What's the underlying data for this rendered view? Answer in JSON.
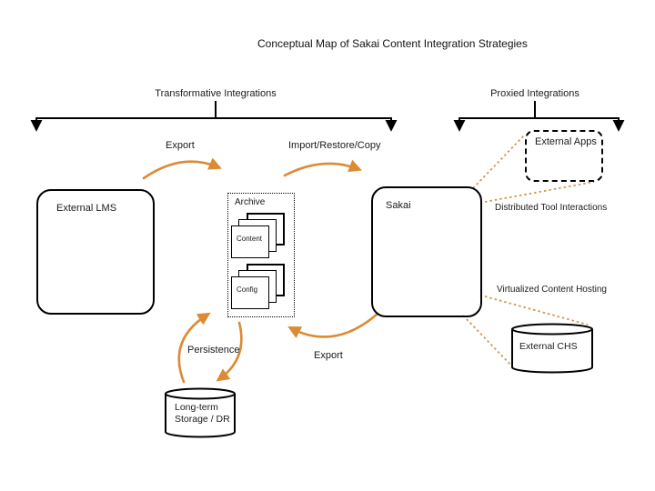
{
  "title": "Conceptual Map of Sakai Content Integration Strategies",
  "branches": {
    "transformative": {
      "label": "Transformative Integrations"
    },
    "proxied": {
      "label": "Proxied Integrations"
    }
  },
  "nodes": {
    "external_lms": {
      "label": "External LMS"
    },
    "archive": {
      "label": "Archive"
    },
    "content_stack": {
      "label": "Content"
    },
    "config_stack": {
      "label": "Config"
    },
    "sakai": {
      "label": "Sakai"
    },
    "external_apps": {
      "label": "External Apps"
    },
    "external_chs": {
      "label": "External CHS"
    },
    "long_term_storage": {
      "line1": "Long-term",
      "line2": "Storage / DR"
    }
  },
  "connectors": {
    "export_top": {
      "label": "Export"
    },
    "import_restore_copy": {
      "label": "Import/Restore/Copy"
    },
    "export_bottom": {
      "label": "Export"
    },
    "persistence": {
      "label": "Persistence"
    },
    "distributed_tool_interactions": {
      "label": "Distributed Tool Interactions"
    },
    "virtualized_content_hosting": {
      "label": "Virtualized Content Hosting"
    }
  },
  "colors": {
    "solid_arrow_orange": "#DC8A33",
    "dotted_line_orange": "#D0974E",
    "line_black": "#000000",
    "background": "#FFFFFF"
  }
}
